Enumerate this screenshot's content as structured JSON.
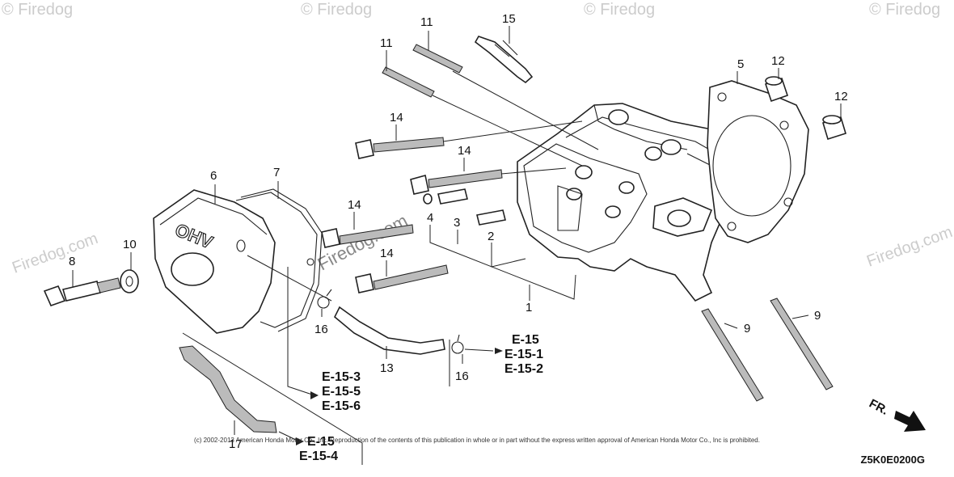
{
  "diagram": {
    "callouts": {
      "n1": "1",
      "n2": "2",
      "n3": "3",
      "n4": "4",
      "n5": "5",
      "n6": "6",
      "n7": "7",
      "n8": "8",
      "n9a": "9",
      "n9b": "9",
      "n10": "10",
      "n11a": "11",
      "n11b": "11",
      "n12a": "12",
      "n12b": "12",
      "n13": "13",
      "n14a": "14",
      "n14b": "14",
      "n14c": "14",
      "n14d": "14",
      "n15": "15",
      "n16a": "16",
      "n16b": "16",
      "n17": "17"
    },
    "references": {
      "right_group": [
        "E-15",
        "E-15-1",
        "E-15-2"
      ],
      "middle_group": [
        "E-15-3",
        "E-15-5",
        "E-15-6"
      ],
      "bottom_group": [
        "E-15",
        "E-15-4"
      ]
    },
    "cover_text": "OHV",
    "direction_label": "FR.",
    "watermark_text": "© Firedog",
    "watermark_site": "Firedog.com"
  },
  "footer": {
    "copyright": "(c) 2002-2013 American Honda Motor Co., Inc. Reproduction of the contents of this publication in whole or in part without the express written approval of American Honda Motor Co., Inc is prohibited.",
    "code": "Z5K0E0200G"
  }
}
